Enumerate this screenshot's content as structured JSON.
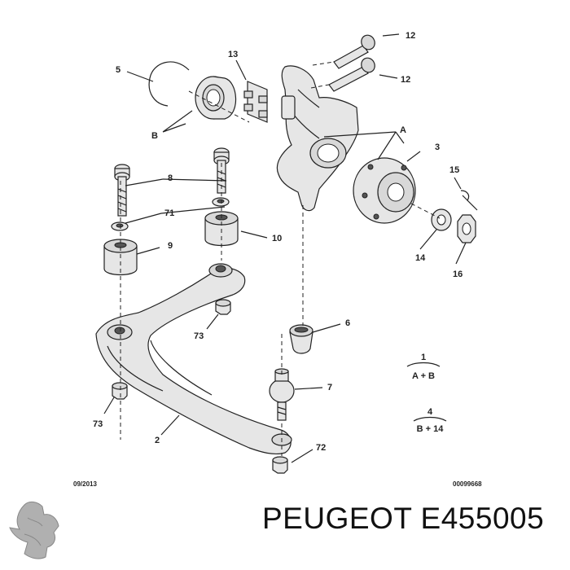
{
  "brand": {
    "manufacturer": "PEUGEOT",
    "part_number": "E455005"
  },
  "footer": {
    "date": "09/2013",
    "ref": "00099668"
  },
  "callouts": {
    "c1": "1",
    "c2": "2",
    "c3": "3",
    "c4": "4",
    "c5": "5",
    "c6": "6",
    "c7": "7",
    "c8": "8",
    "c9": "9",
    "c10": "10",
    "c12a": "12",
    "c12b": "12",
    "c13": "13",
    "c14": "14",
    "c15": "15",
    "c16": "16",
    "c71": "71",
    "c72": "72",
    "c73a": "73",
    "c73b": "73",
    "cA": "A",
    "cB": "B"
  },
  "legend": [
    {
      "number": "1",
      "formula": "A + B"
    },
    {
      "number": "4",
      "formula": "B + 14"
    }
  ],
  "icons": {
    "logo": "peugeot-lion-logo"
  }
}
